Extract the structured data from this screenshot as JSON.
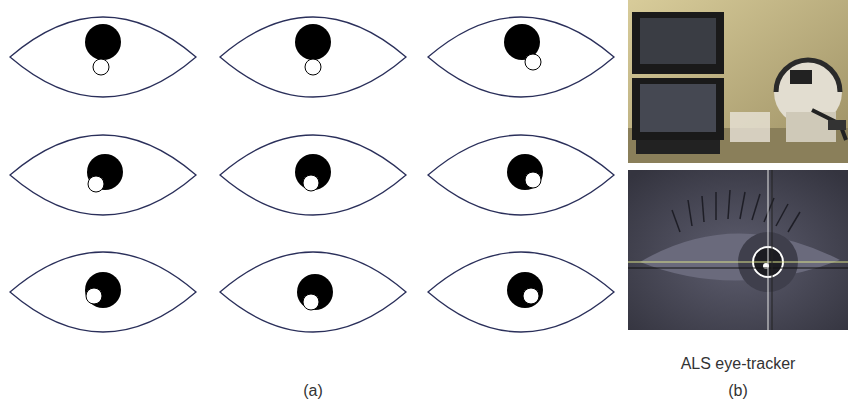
{
  "diagram": {
    "labels": [
      "ALS eye-tracker",
      "(a)",
      "(b)"
    ]
  }
}
